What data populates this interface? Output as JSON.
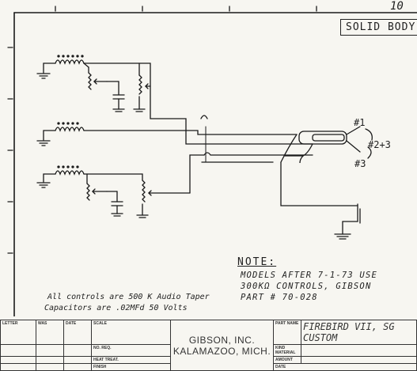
{
  "header": {
    "page_number": "10",
    "model_box": "SOLID BODY"
  },
  "switch_positions": {
    "pos1": "#1",
    "pos23": "#2+3",
    "pos3": "#3"
  },
  "note": {
    "heading": "NOTE:",
    "lines": [
      "MODELS AFTER 7-1-73 USE",
      "300KΩ CONTROLS, GIBSON",
      "PART # 70-028"
    ]
  },
  "controls_note": {
    "line1": "All controls are 500 K Audio Taper",
    "line2": "Capacitors are .02MFd 50 Volts"
  },
  "title_block": {
    "col_letter": "LETTER",
    "col_was": "WAS",
    "col_date": "DATE",
    "scale_label": "SCALE",
    "no_req_label": "NO. REQ.",
    "heat_treat_label": "HEAT TREAT.",
    "finish_label": "FINISH",
    "company_name": "GIBSON, INC.",
    "company_city": "KALAMAZOO, MICH.",
    "part_name_label": "PART NAME",
    "part_name_value": "FIREBIRD VII, SG CUSTOM",
    "kind_material_label": "KIND MATERIAL",
    "amount_label": "AMOUNT",
    "date_label": "DATE"
  }
}
